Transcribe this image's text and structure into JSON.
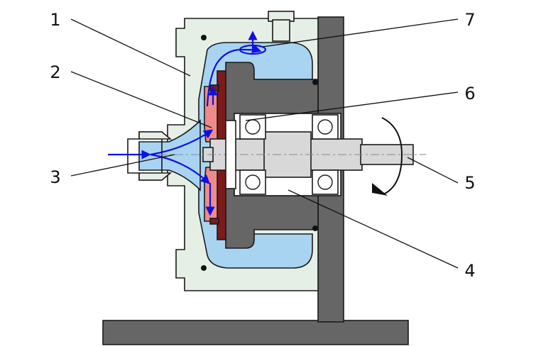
{
  "colors": {
    "housing": "#e6efe6",
    "casing": "#666666",
    "fluid": "#a8d4f2",
    "impeller": "#7a1c1c",
    "impeller_vane": "#f08a8a",
    "flow_arrow": "#1010e0",
    "base": "#666666",
    "shaft": "#d8d8d8"
  },
  "components": {
    "housing": "pump-housing",
    "casing": "bearing-casing",
    "impeller": "impeller",
    "shaft": "drive-shaft",
    "inlet": "inlet-nozzle",
    "outlet": "outlet-port",
    "seal": "shaft-seal",
    "rotation": "rotation-arrow-icon",
    "flow": "flow-arrow-icon"
  },
  "labels": [
    {
      "id": "1",
      "text": "1"
    },
    {
      "id": "2",
      "text": "2"
    },
    {
      "id": "3",
      "text": "3"
    },
    {
      "id": "4",
      "text": "4"
    },
    {
      "id": "5",
      "text": "5"
    },
    {
      "id": "6",
      "text": "6"
    },
    {
      "id": "7",
      "text": "7"
    }
  ]
}
